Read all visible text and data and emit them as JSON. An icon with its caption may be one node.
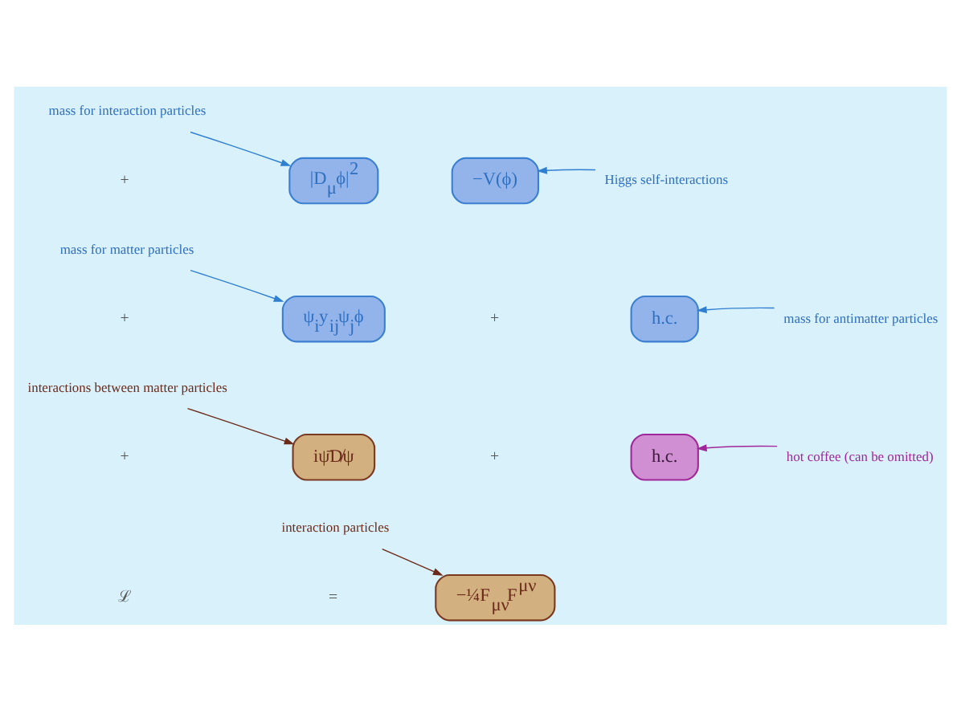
{
  "diagram": {
    "nodes": [
      {
        "text": [
          "−¼F$_{μν}$F$^{μν}$"
        ]
      },
      {
        "text": [
          "iψ̄D̸ψ"
        ]
      },
      {
        "text": [
          "h.c."
        ]
      },
      {
        "text": [
          "ψ$_{i}$y$_{ij}$ψ$_{j}$ϕ"
        ]
      },
      {
        "text": [
          "h.c."
        ]
      },
      {
        "text": [
          "|D$_{μ}$ϕ|$^{2}$"
        ]
      },
      {
        "text": [
          "−V(ϕ)"
        ]
      },
      {
        "text": [
          "interaction particles"
        ]
      },
      {
        "text": [
          "interactions between matter particles"
        ]
      },
      {
        "text": [
          "hot coffee (can be omitted)"
        ]
      },
      {
        "text": [
          "mass for antimatter particles"
        ]
      },
      {
        "text": [
          "mass for matter particles"
        ]
      },
      {
        "text": [
          "mass for interaction particles"
        ]
      },
      {
        "text": [
          "Higgs self-interactions"
        ]
      }
    ],
    "edges": [
      {
        "from": 7,
        "to": 0,
        "arrow": "to",
        "color": "#6b2a1a"
      },
      {
        "from": 8,
        "to": 1,
        "arrow": "to",
        "color": "#6b2a1a"
      },
      {
        "from": 9,
        "to": 2,
        "arrow": "to",
        "color": "#a0279a"
      },
      {
        "from": 10,
        "to": 4,
        "arrow": "to"
      },
      {
        "from": 11,
        "to": 3,
        "arrow": "to"
      },
      {
        "from": 12,
        "to": 5,
        "arrow": "to"
      },
      {
        "from": 13,
        "to": 6,
        "arrow": "to"
      }
    ],
    "labels": [
      "ℒ",
      "=",
      "+",
      "+",
      "+",
      "+",
      "+"
    ]
  }
}
